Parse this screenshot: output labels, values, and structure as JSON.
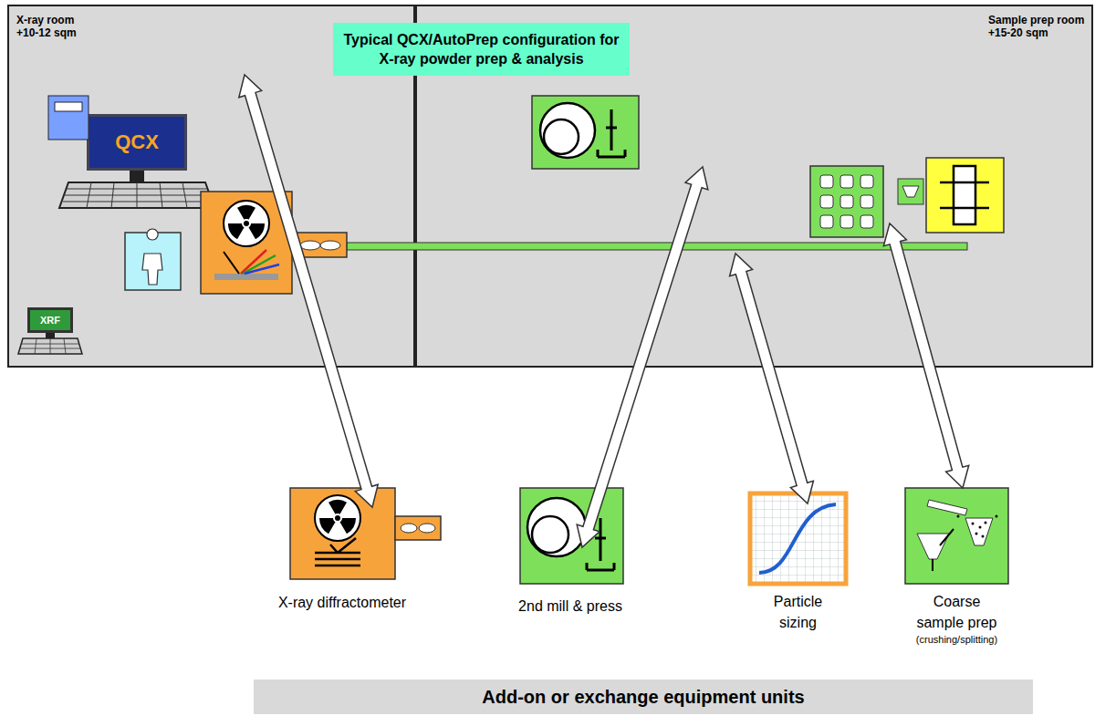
{
  "diagram": {
    "title": "Typical QCX/AutoPrep configuration for X-ray powder prep & analysis",
    "nodes": [
      {
        "text": [
          "X-ray room +10-12 sqm"
        ]
      },
      {
        "text": [
          "Sample prep room +15-20 sqm"
        ]
      },
      {
        "text": [
          "QCX"
        ],
        "in": 0
      },
      {
        "text": [
          "XRF"
        ],
        "in": 0
      },
      {
        "text": [
          "X-ray diffractometer"
        ]
      },
      {
        "text": [
          "2nd mill & press"
        ]
      },
      {
        "text": [
          "Particle sizing"
        ]
      },
      {
        "text": [
          "Coarse sample prep",
          "(crushing/splitting)"
        ]
      },
      {
        "text": [
          "Add-on or exchange equipment units"
        ]
      }
    ]
  }
}
